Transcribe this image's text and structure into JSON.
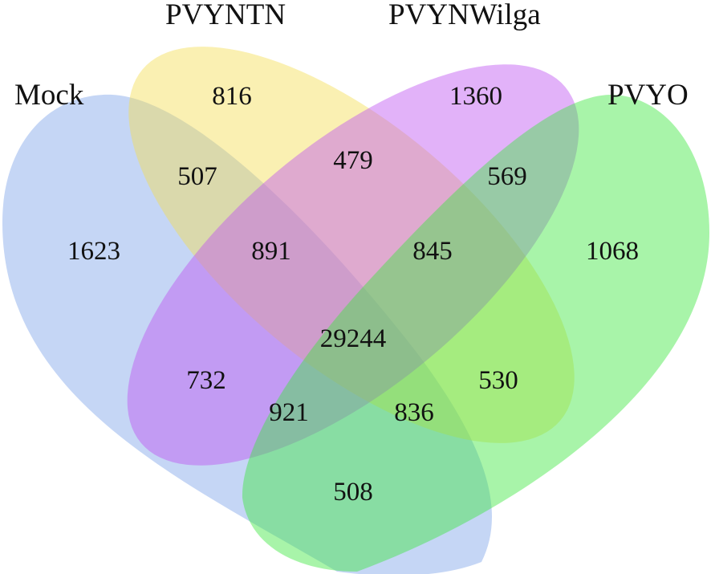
{
  "sets": [
    {
      "id": "mock",
      "name": "Mock",
      "color": "#7fa5e8"
    },
    {
      "id": "ntn",
      "name": "PVYNTN",
      "color": "#f5dd55"
    },
    {
      "id": "wilga",
      "name": "PVYNWilga",
      "color": "#bf55f2"
    },
    {
      "id": "o",
      "name": "PVYO",
      "color": "#3fe640"
    }
  ],
  "regions": [
    {
      "sets": [
        "mock"
      ],
      "count": "1623"
    },
    {
      "sets": [
        "ntn"
      ],
      "count": "816"
    },
    {
      "sets": [
        "wilga"
      ],
      "count": "1360"
    },
    {
      "sets": [
        "o"
      ],
      "count": "1068"
    },
    {
      "sets": [
        "mock",
        "ntn"
      ],
      "count": "507"
    },
    {
      "sets": [
        "ntn",
        "wilga"
      ],
      "count": "479"
    },
    {
      "sets": [
        "wilga",
        "o"
      ],
      "count": "569"
    },
    {
      "sets": [
        "mock",
        "ntn",
        "wilga"
      ],
      "count": "891"
    },
    {
      "sets": [
        "ntn",
        "wilga",
        "o"
      ],
      "count": "845"
    },
    {
      "sets": [
        "mock",
        "ntn",
        "wilga",
        "o"
      ],
      "count": "29244"
    },
    {
      "sets": [
        "mock",
        "wilga"
      ],
      "count": "732"
    },
    {
      "sets": [
        "ntn",
        "o"
      ],
      "count": "530"
    },
    {
      "sets": [
        "mock",
        "wilga",
        "o"
      ],
      "count": "921"
    },
    {
      "sets": [
        "mock",
        "ntn",
        "o"
      ],
      "count": "836"
    },
    {
      "sets": [
        "mock",
        "o"
      ],
      "count": "508"
    }
  ]
}
